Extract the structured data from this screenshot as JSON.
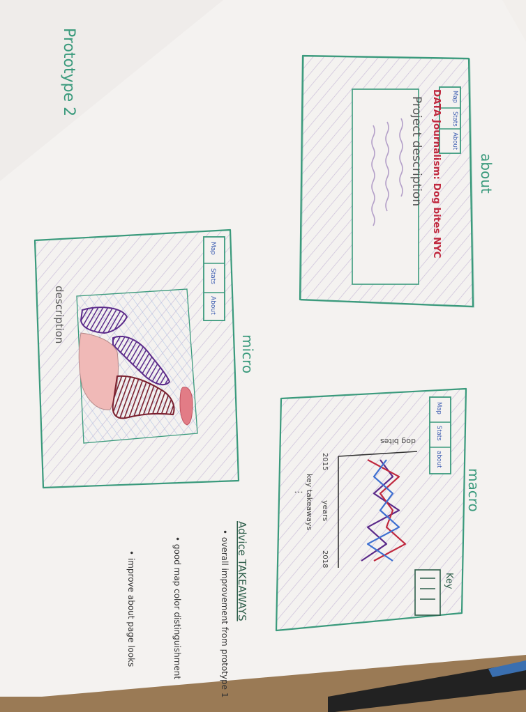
{
  "title": "Prototype 2",
  "colors": {
    "paper": "#f3f1ef",
    "green": "#3a9a7c",
    "purple": "#5b2a8a",
    "red": "#c0283e",
    "maroon": "#7a1f2e",
    "pink": "#e9a7a6",
    "blue": "#3d6fd1",
    "hatch_purple": "#b8a7cc",
    "hatch_blue": "#9fb8e0"
  },
  "about_panel": {
    "label": "about",
    "nav": [
      "Map",
      "Stats",
      "About"
    ],
    "heading": "DATA Journalism: Dog bites NYC",
    "description": "Project description"
  },
  "micro_panel": {
    "label": "micro",
    "nav": [
      "Map",
      "Stats",
      "About"
    ],
    "caption": "description"
  },
  "macro_panel": {
    "label": "macro",
    "nav": [
      "Map",
      "Stats",
      "about"
    ],
    "chart_data": {
      "type": "line",
      "title": "dog bites",
      "xlabel": "years",
      "x_start_label": "2015",
      "x_end_label": "2018",
      "takeaways_label": "key takeaways",
      "ellipsis": "⋮",
      "key_label": "Key",
      "series": [
        {
          "color": "#5b2a8a",
          "values": [
            5,
            7,
            4,
            8,
            3,
            6,
            2
          ]
        },
        {
          "color": "#c0283e",
          "values": [
            3,
            8,
            5,
            7,
            6,
            9,
            4
          ]
        },
        {
          "color": "#3d6fd1",
          "values": [
            6,
            4,
            7,
            5,
            8,
            3,
            7
          ]
        }
      ]
    }
  },
  "takeaways": {
    "heading": "Advice TAKEAWAYS",
    "items": [
      "• overall improvement from prototype 1",
      "• good map color distinguishment",
      "• improve about page looks"
    ]
  }
}
